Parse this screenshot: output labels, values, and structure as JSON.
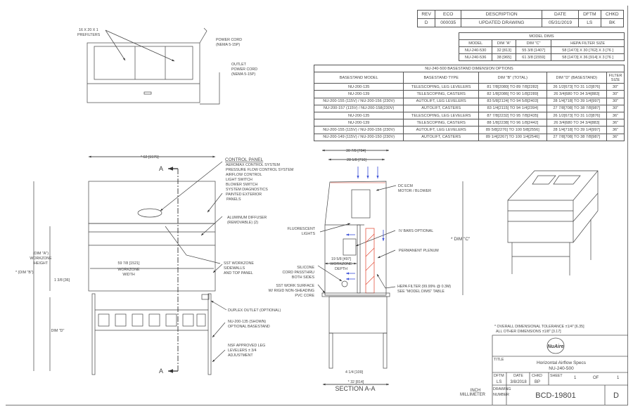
{
  "revision_table": {
    "headers": [
      "REV",
      "ECO",
      "DESCRIPTION",
      "DATE",
      "DFTM",
      "CHKD"
    ],
    "rows": [
      [
        "D",
        "000035",
        "UPDATED DRAWING",
        "05/31/2019",
        "LS",
        "BK"
      ]
    ]
  },
  "model_dims": {
    "title": "MODEL DIMS",
    "headers": [
      "MODEL",
      "DIM \"A\"",
      "DIM \"C\"",
      "HEPA FILTER SIZE"
    ],
    "rows": [
      [
        "NU-240-530",
        "32 [813]",
        "55 3/8 [1407]",
        "58 [1473] X 30 [762] X 3 [76 ]"
      ],
      [
        "NU-240-536",
        "38 [965]",
        "61 3/8 [1559]",
        "58 [1473] X 36 [914] X 3 [76 ]"
      ]
    ]
  },
  "basestand": {
    "title": "NU-240-500 BASESTAND DIMENSION OPTIONS",
    "headers": [
      "BASESTAND MODEL",
      "BASESTAND TYPE",
      "DIM \"B\" (TOTAL)",
      "DIM \"D\" (BASESTAND)",
      "FILTER SIZE"
    ],
    "rows": [
      [
        "NU-200-135",
        "TELESCOPING, LEG LEVELERS",
        "81 7/8[2080] TO 89 7/8[2282]",
        "26 1/2[673] TO 31 1/2[876]",
        "30\""
      ],
      [
        "NU-200-139",
        "TELESCOPING, CASTERS",
        "82 1/8[2086] TO 90 1/8[2289]",
        "26 3/4[680 TO 34 3/4[883]",
        "30\""
      ],
      [
        "NU-200-155 (115V) / NU-200-156 (230V)",
        "AUTOLIFT, LEG LEVELERS",
        "83 5/8[2124] TO 94 5/8[2403]",
        "28 1/4[718] TO 39 1/4[997]",
        "30\""
      ],
      [
        "NU-200-157 (115V) / NU-200-158(230V)",
        "AUTOLIFT, CASTERS",
        "83 1/4[2115] TO 94 1/4[2394]",
        "27 7/8[708] TO 38 7/8[987]",
        "30\""
      ],
      [
        "NU-200-135",
        "TELESCOPING, LEG LEVELERS",
        "87 7/8[2232] TO 95 7/8[2435]",
        "26 1/2[673] TO 31 1/2[876]",
        "36\""
      ],
      [
        "NU-200-139",
        "TELESCOPING, CASTERS",
        "88 1/8[2238] TO 96 1/8[2442]",
        "26 3/4[680 TO 34 3/4[883]",
        "36\""
      ],
      [
        "NU-200-155 (115V) / NU-200-156 (230V)",
        "AUTOLIFT, LEG LEVELERS",
        "89 5/8[2276] TO 100 5/8[2556]",
        "28 1/4[718] TO 39 1/4[997]",
        "36\""
      ],
      [
        "NU-200-149 (115V) / NU-200-150 (230V)",
        "AUTOLIFT, CASTERS",
        "89 1/4[2267] TO 100 1/4[2546]",
        "27 7/8[708] TO 38 7/8[987]",
        "36\""
      ]
    ]
  },
  "top_view": {
    "prefilters": [
      "16 X 20 X 1",
      "PREFILTERS"
    ],
    "power_cord": [
      "POWER CORD",
      "(NEMA 5-15P)"
    ],
    "outlet_cord": [
      "OUTLET",
      "POWER CORD",
      "(NEMA 5-15P)"
    ]
  },
  "front_view": {
    "width_dim": "* 62 [1575]",
    "section_marker": "A",
    "control_panel_title": "CONTROL PANEL",
    "control_panel_items": [
      "AEROMAX CONTROL SYSTEM",
      "PRESSURE FLOW CONTROL SYSTEM",
      "AIRFLOW CONTROL",
      "LIGHT SWITCH",
      "BLOWER SWITCH",
      "SYSTEM DIAGNOSTICS"
    ],
    "painted_panels": [
      "PAINTED EXTERIOR",
      "PANELS"
    ],
    "diffuser": [
      "ALUMINUM DIFFUSER",
      "(REMOVABLE) (2)"
    ],
    "workzone_height": [
      "(DIM \"A\")",
      "WORKZONE",
      "HEIGHT"
    ],
    "dim_b": "* (DIM \"B\")",
    "small_dim": "1 3/8 [36]",
    "workzone_width": [
      "59 7/8 [1521]",
      "WORKZONE",
      "WIDTH"
    ],
    "sidewalls": [
      "SST WORKZONE",
      "SIDEWALLS",
      "AND TOP PANEL"
    ],
    "dim_d": "DIM \"D\"",
    "duplex": "DUPLEX OUTLET (OPTIONAL)",
    "basestand_note": [
      "NU-200-135 (SHOWN)",
      "OPTIONAL BASESTAND"
    ],
    "levelers": [
      "NSF APPROVED LEG",
      "LEVELERS ± 3/4",
      "ADJUSTMENT"
    ]
  },
  "section_view": {
    "title": "SECTION A-A",
    "dim_outer": "30 7/8 [784]",
    "dim_inner": "28 1/8 [716]",
    "motor": [
      "DC ECM",
      "MOTOR / BLOWER"
    ],
    "lights": [
      "FLUORESCENT",
      "LIGHTS"
    ],
    "iv_bars": "IV BARS OPTIONAL",
    "dim_c": "* DIM \"C\"",
    "plenum": "PERMANENT PLENUM",
    "depth": [
      "19 5/8 [497]",
      "WORKZONE",
      "DEPTH"
    ],
    "silicone": [
      "SILICONE",
      "CORD PASSTHRU",
      "BOTH SIDES"
    ],
    "surface": [
      "SST WORK SURFACE",
      "W/ RIGID NON-SHEADING",
      "PVC CORE"
    ],
    "hepa": [
      "HEPA FILTER (99.99% @ 0.3M)",
      "SEE \"MODEL DIMS\" TABLE"
    ],
    "dim_bottom1": "4 1/4 [109]",
    "dim_bottom2": "* 32 [814]",
    "airflow_color": "#3a4fd8",
    "filter_color": "#e0402a"
  },
  "units": [
    "INCH",
    "MILLIMETER"
  ],
  "tolerance": [
    "* OVERALL DIMENSIONAL TOLERANCE ±1/4\" [6.35]",
    "ALL OTHER DIMENSIONS ±1/8\" [3.17]"
  ],
  "title_block": {
    "logo": "NuAire",
    "title_label": "TITLE",
    "title": [
      "Horizontal Airflow Specs",
      "NU-240-500"
    ],
    "dftm_label": "DFTM",
    "dftm": "LS",
    "date_label": "DATE",
    "date": "3/8/2018",
    "chkd_label": "CHKD",
    "chkd": "BP",
    "sheet_label": "SHEET",
    "sheet": "1",
    "of_label": "OF",
    "sheet_total": "1",
    "drawing_label": [
      "DRAWING",
      "NUMBER"
    ],
    "drawing_number": "BCD-19801",
    "rev": "D"
  }
}
